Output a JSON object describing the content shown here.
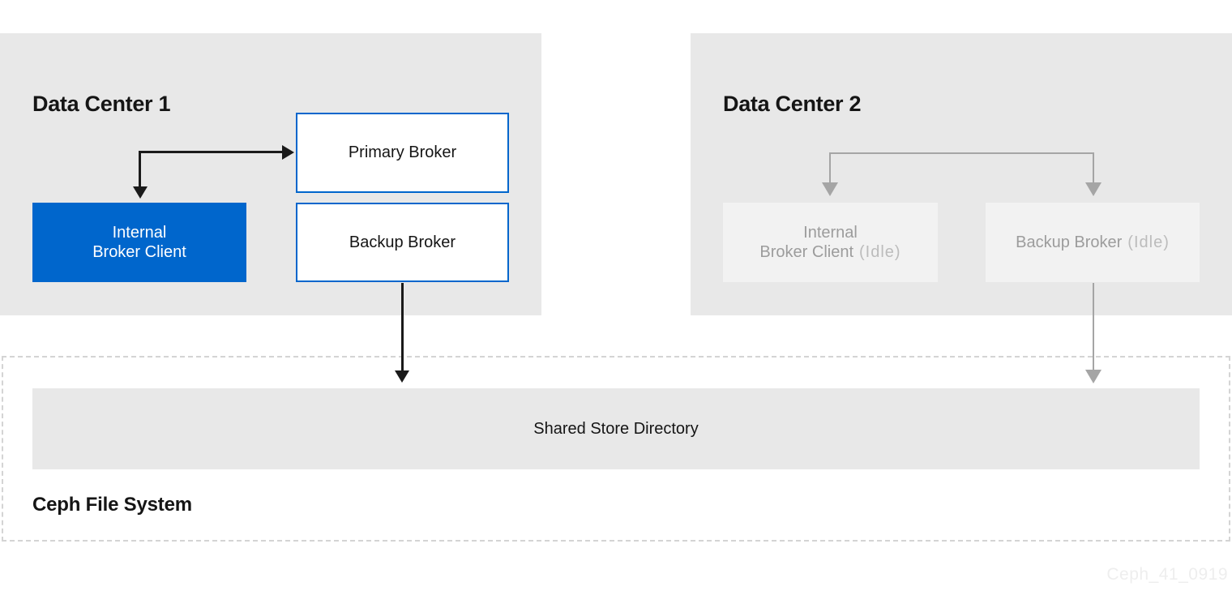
{
  "diagram": {
    "dc1": {
      "title": "Data Center 1",
      "internal_broker_client": {
        "line1": "Internal",
        "line2": "Broker Client"
      },
      "primary_broker": "Primary Broker",
      "backup_broker": "Backup Broker"
    },
    "dc2": {
      "title": "Data Center 2",
      "internal_broker_client": {
        "line1": "Internal",
        "line2": "Broker Client",
        "idle_suffix": "(Idle)"
      },
      "backup_broker": {
        "label": "Backup Broker",
        "idle_suffix": "(Idle)"
      }
    },
    "storage": {
      "shared_store_label": "Shared Store Directory",
      "filesystem_label": "Ceph File System"
    },
    "watermark": "Ceph_41_0919",
    "colors": {
      "accent_blue": "#0066cc",
      "panel_gray": "#e8e8e8",
      "idle_box_gray": "#f2f2f2",
      "idle_text_gray": "#9c9c9c",
      "idle_suffix_gray": "#bcbcbc",
      "arrow_black": "#1a1a1a",
      "arrow_gray": "#a5a5a5",
      "text_dark": "#151515",
      "dashed_border_gray": "#d4d4d4",
      "watermark_gray": "#eeeeee"
    }
  }
}
